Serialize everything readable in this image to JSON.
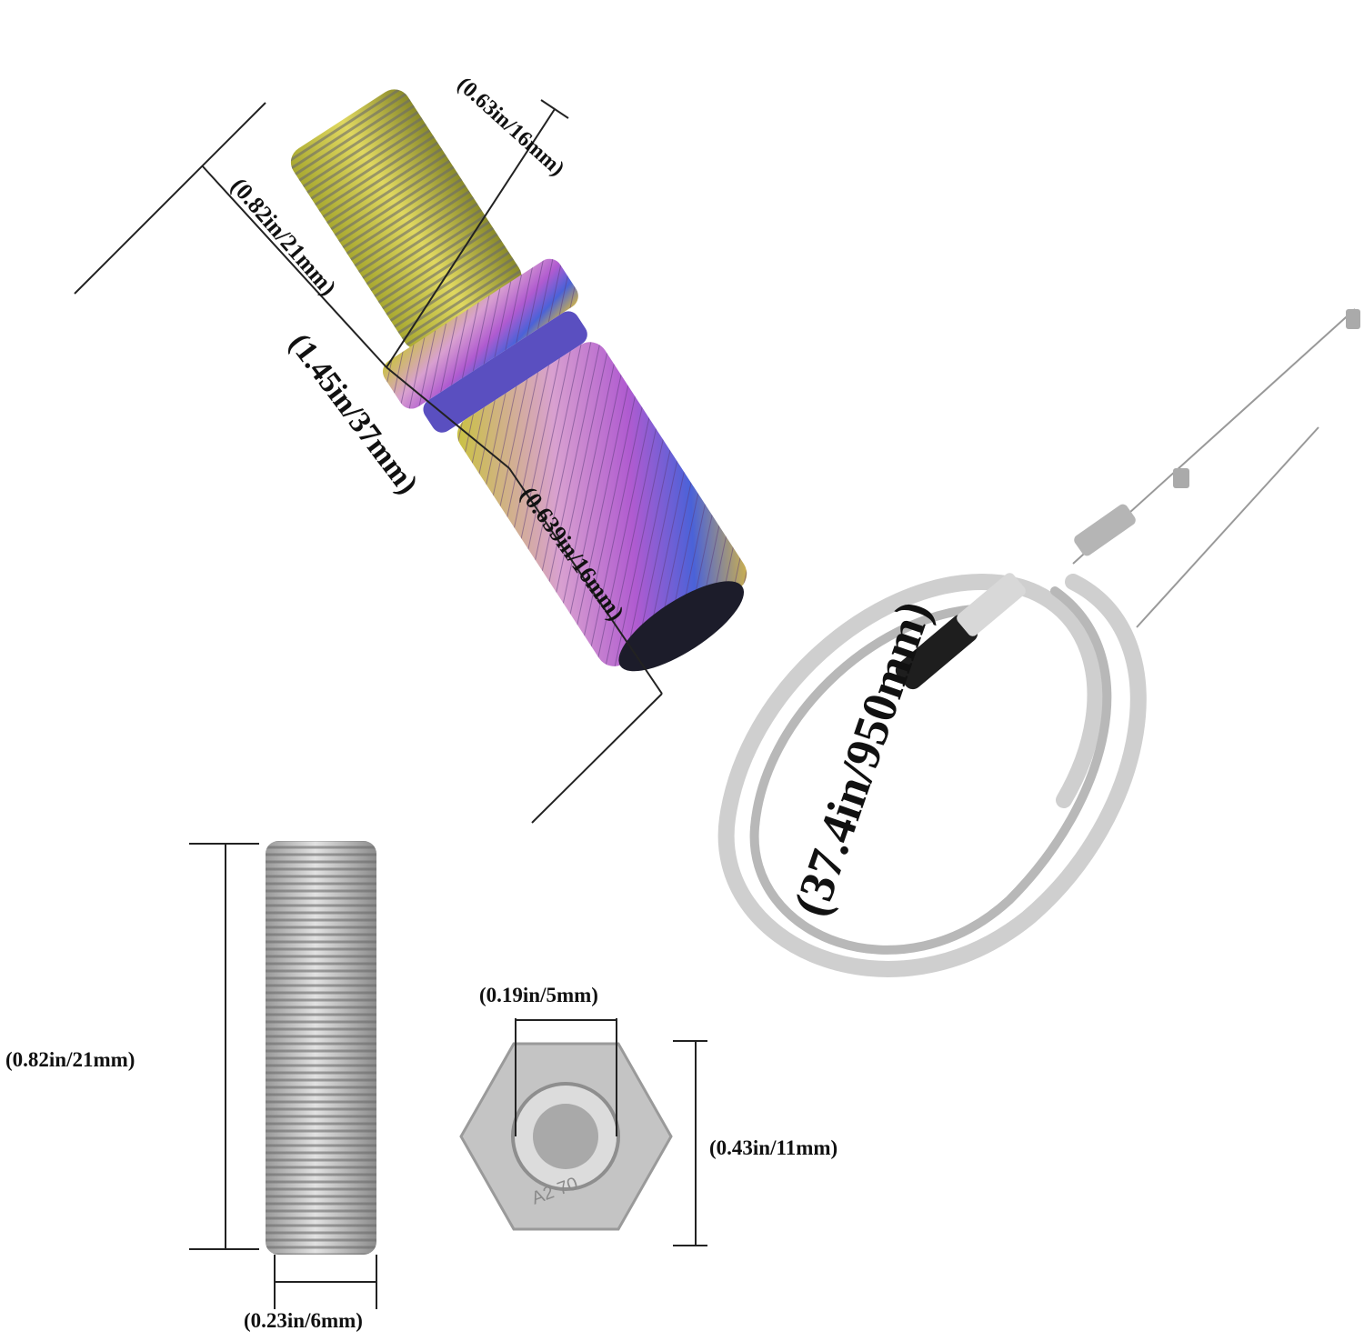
{
  "colors": {
    "background": "#ffffff",
    "dimension_line": "#222222",
    "steel": "#c8c8c8",
    "rainbow_blue": "#4a62d8",
    "rainbow_purple": "#b05bd0",
    "rainbow_gold": "#c9b23a"
  },
  "dimensions": {
    "adjuster_thread_dia": "(0.63in/16mm)",
    "adjuster_thread_len": "(0.82in/21mm)",
    "adjuster_total_len": "(1.45in/37mm)",
    "adjuster_barrel_dia": "(0.639in/16mm)",
    "cable_length": "(37.4in/950mm)",
    "stud_length": "(0.82in/21mm)",
    "stud_dia": "(0.23in/6mm)",
    "nut_inner": "(0.19in/5mm)",
    "nut_height": "(0.43in/11mm)"
  },
  "nut_marking": "A2 70",
  "icons": [
    "rainbow-cable-adjuster-icon",
    "throttle-cable-icon",
    "threaded-stud-icon",
    "hex-nut-icon"
  ]
}
